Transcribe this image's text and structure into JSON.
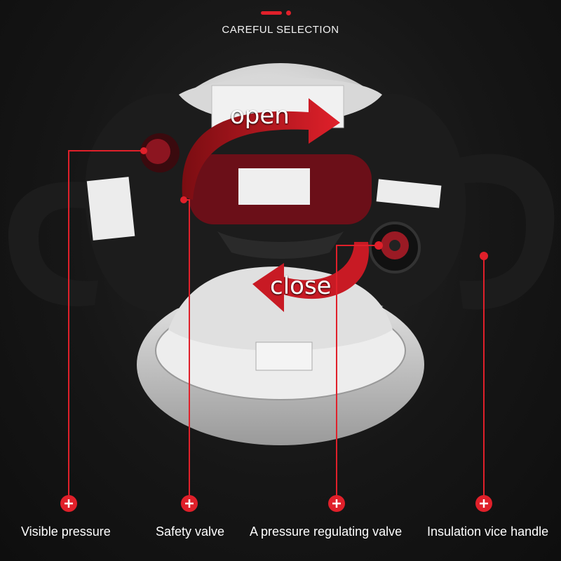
{
  "header": {
    "title": "CAREFUL SELECTION"
  },
  "arrows": {
    "open": "open",
    "close": "close"
  },
  "callouts": [
    {
      "label": "Visible pressure"
    },
    {
      "label": "Safety valve"
    },
    {
      "label": "A pressure regulating valve"
    },
    {
      "label": "Insulation vice handle"
    }
  ],
  "colors": {
    "accent": "#e0202a",
    "background": "#141414",
    "lid": "#1c1c1c",
    "steel": "#d9d9d9"
  }
}
